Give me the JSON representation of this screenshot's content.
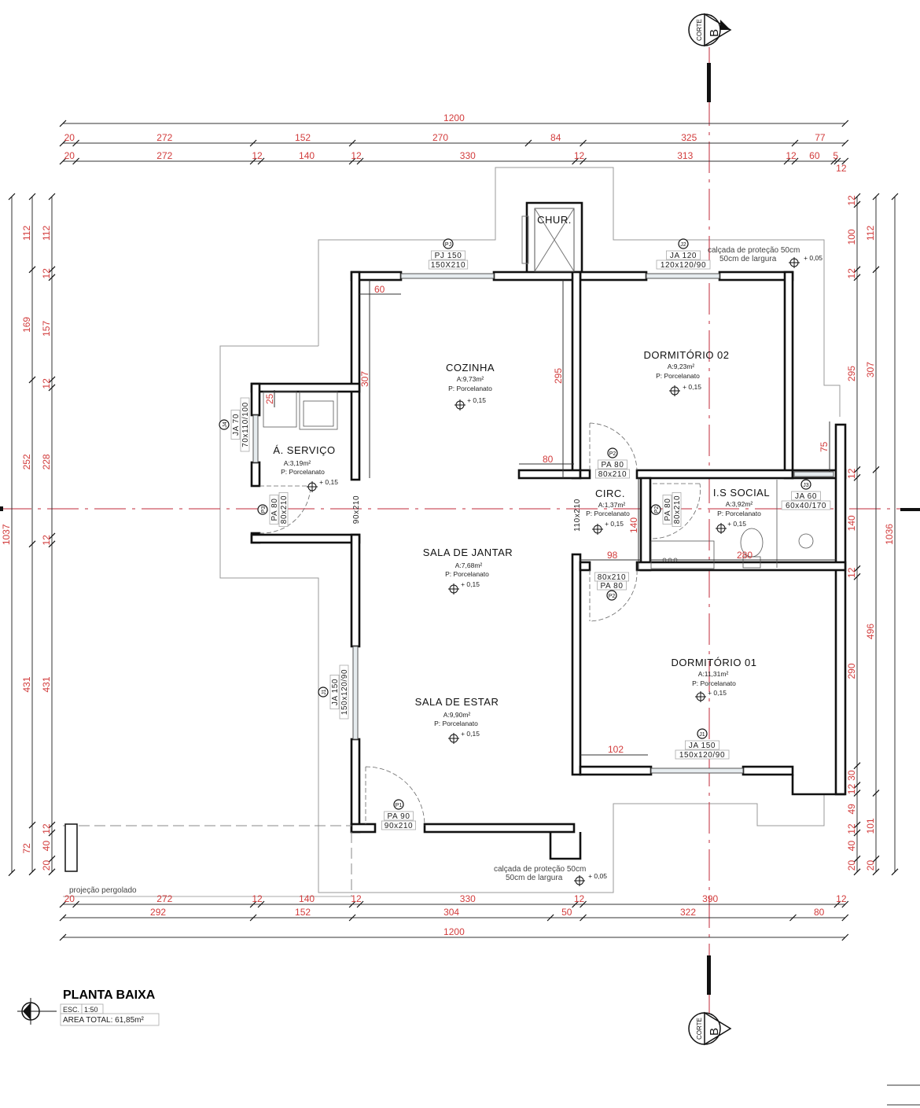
{
  "title": {
    "name": "PLANTA BAIXA",
    "scale_label": "ESC.",
    "scale_value": "1:50",
    "area_total": "AREA TOTAL: 61,85m²"
  },
  "section": {
    "label": "CORTE",
    "letter": "B"
  },
  "rooms": [
    {
      "name": "COZINHA",
      "area": "A:9,73m²",
      "floor": "P: Porcelanato",
      "level": "+ 0,15"
    },
    {
      "name": "DORMITÓRIO 02",
      "area": "A:9,23m²",
      "floor": "P: Porcelanato",
      "level": "+ 0,15"
    },
    {
      "name": "Á. SERVIÇO",
      "area": "A:3,19m²",
      "floor": "P: Porcelanato",
      "level": "+ 0,15"
    },
    {
      "name": "CIRC.",
      "area": "A:1,37m²",
      "floor": "P: Porcelanato",
      "level": "+ 0,15"
    },
    {
      "name": "I.S SOCIAL",
      "area": "A:3,92m²",
      "floor": "P: Porcelanato",
      "level": "+ 0,15"
    },
    {
      "name": "SALA DE JANTAR",
      "area": "A:7,68m²",
      "floor": "P: Porcelanato",
      "level": "+ 0,15"
    },
    {
      "name": "SALA DE ESTAR",
      "area": "A:9,90m²",
      "floor": "P: Porcelanato",
      "level": "+ 0,15"
    },
    {
      "name": "DORMITÓRIO 01",
      "area": "A:11,31m²",
      "floor": "P: Porcelanato",
      "level": "+ 0,15"
    }
  ],
  "openings": [
    {
      "code": "PJ",
      "type": "PJ 150",
      "size": "150X210"
    },
    {
      "code": "J2",
      "type": "JA 120",
      "size": "120x120/90"
    },
    {
      "code": "J4",
      "type": "JA 70",
      "size": "70x110/100"
    },
    {
      "code": "P3",
      "type": "PA 80",
      "size": "80x210"
    },
    {
      "code": "P2",
      "type": "PA 80",
      "size": "80x210"
    },
    {
      "code": "P2",
      "type": "PA 80",
      "size": "80x210"
    },
    {
      "code": "P2",
      "type": "PA 80",
      "size": "80x210"
    },
    {
      "code": "J3",
      "type": "JA 60",
      "size": "60x40/170"
    },
    {
      "code": "J1",
      "type": "JA 150",
      "size": "150x120/90"
    },
    {
      "code": "J1",
      "type": "JA 150",
      "size": "150x120/90"
    },
    {
      "code": "P1",
      "type": "PA 90",
      "size": "90x210"
    }
  ],
  "passages": [
    "90x210",
    "110x210"
  ],
  "churrasqueira": "CHUR.",
  "notes": {
    "calcada_line1": "calçada de proteção 50cm",
    "calcada_line2": "50cm de largura",
    "calcada_level": "+ 0,05",
    "pergolado": "projeção pergolado"
  },
  "inner_dims": [
    "60",
    "307",
    "295",
    "80",
    "25",
    "75",
    "140",
    "98",
    "280",
    "102"
  ],
  "dimensions": {
    "top": [
      [
        1200
      ],
      [
        20,
        272,
        152,
        270,
        84,
        325,
        77
      ],
      [
        20,
        272,
        12,
        140,
        12,
        330,
        12,
        313,
        12,
        60,
        5,
        12
      ]
    ],
    "bottom": [
      [
        20,
        272,
        12,
        140,
        12,
        330,
        12,
        390,
        12
      ],
      [
        292,
        152,
        304,
        50,
        322,
        80
      ],
      [
        1200
      ]
    ],
    "left": [
      [
        1037
      ],
      [
        112,
        169,
        252,
        431,
        72
      ],
      [
        112,
        12,
        157,
        12,
        228,
        12,
        431,
        12,
        40,
        20
      ]
    ],
    "right": [
      [
        12,
        100,
        12,
        295,
        12,
        140,
        12,
        290,
        30,
        12,
        49,
        12,
        40,
        20
      ],
      [
        112,
        307,
        496,
        101,
        20
      ],
      [
        1036
      ]
    ]
  },
  "colors": {
    "dimension_text": "#d23c3c",
    "axis": "#c0283a",
    "wall": "#111111"
  }
}
